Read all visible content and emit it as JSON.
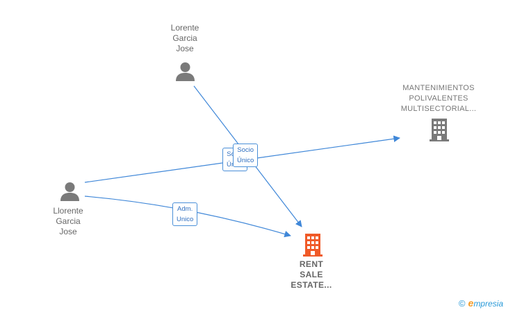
{
  "nodes": {
    "person_top": {
      "lines": [
        "Lorente",
        "Garcia",
        "Jose"
      ],
      "icon": "person-icon"
    },
    "person_left": {
      "lines": [
        "Llorente",
        "Garcia",
        "Jose"
      ],
      "icon": "person-icon"
    },
    "company_right": {
      "lines": [
        "MANTENIMIENTOS",
        "POLIVALENTES",
        "MULTISECTORIAL..."
      ],
      "icon": "building-icon"
    },
    "company_main": {
      "lines": [
        "RENT",
        "SALE",
        "ESTATE..."
      ],
      "icon": "building-icon",
      "highlight_color": "#f05a28"
    }
  },
  "edges": {
    "socio_unico": [
      "Socio",
      "Único"
    ],
    "socio_unico_back": [
      "Socio",
      "Único"
    ],
    "adm_unico": [
      "Adm.",
      "Unico"
    ]
  },
  "colors": {
    "edge": "#3f87d8",
    "icon_gray": "#7a7a7a",
    "highlight": "#f05a28"
  },
  "brand": {
    "copyright": "©",
    "name_initial": "e",
    "name_rest": "mpresia"
  }
}
